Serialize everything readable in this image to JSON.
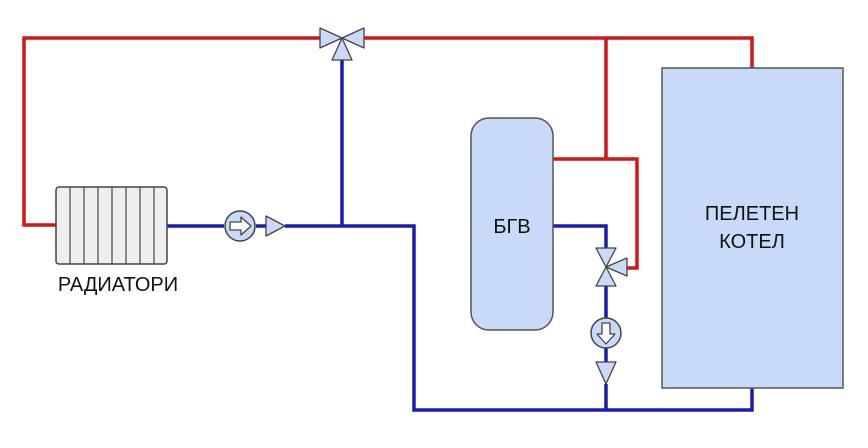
{
  "labels": {
    "radiators": "РАДИАТОРИ",
    "tank": "БГВ",
    "boiler_line1": "ПЕЛЕТЕН",
    "boiler_line2": "КОТЕЛ"
  },
  "colors": {
    "hot_pipe": "#d31616",
    "cold_pipe": "#1b1bb0",
    "equipment_fill": "#c9daf8",
    "equipment_stroke": "#555555",
    "radiator_fill": "#eeeeee",
    "valve_fill": "#c9daf8"
  },
  "icons": {
    "pump": "pump-arrow-icon",
    "valve": "three-way-valve-icon",
    "check_valve": "check-valve-icon"
  }
}
